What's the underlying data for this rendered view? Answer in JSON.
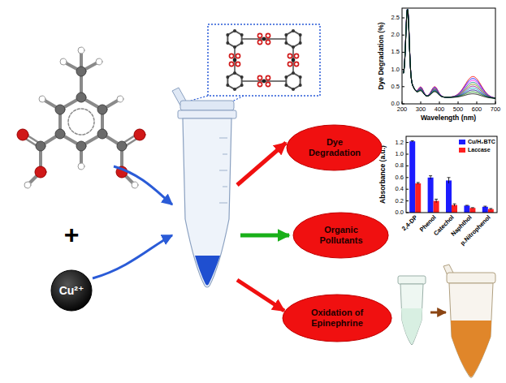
{
  "diagram": {
    "nodes": [
      {
        "text": [
          "Cu²⁺"
        ]
      },
      {
        "text": [
          "Dye Degradation"
        ]
      },
      {
        "text": [
          "Organic Pollutants"
        ]
      },
      {
        "text": [
          "Oxidation of Epinephrine"
        ]
      }
    ],
    "labels": [
      "+",
      "Dye Degradation (%)",
      "Wavelength (nm)",
      "0.0",
      "0.5",
      "1.0",
      "1.5",
      "2.0",
      "2.5",
      "200",
      "300",
      "400",
      "500",
      "600",
      "700",
      "Absorbance (a.u.)",
      "0.0",
      "0.2",
      "0.4",
      "0.6",
      "0.8",
      "1.0",
      "1.2",
      "2,4-DP",
      "Phenol",
      "Catechol",
      "Naphthol",
      "p.Nitrophenol"
    ],
    "legend": [
      {
        "text": "Cu/H₂BTC",
        "color": "#1c1cff"
      },
      {
        "text": "Laccase",
        "color": "#ff2020"
      }
    ]
  }
}
